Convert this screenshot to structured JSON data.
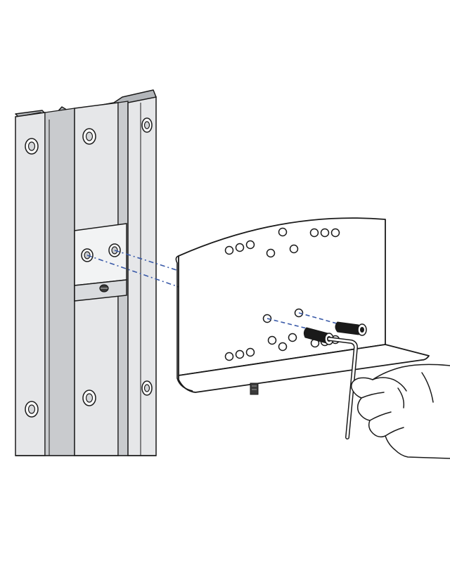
{
  "figure": {
    "kind": "assembly-illustration",
    "colors": {
      "outline": "#1a1a1a",
      "rail_face": "#e6e7e9",
      "rail_shadow": "#c9cbce",
      "rail_dark": "#b3b6ba",
      "plate_fill": "#ffffff",
      "screw_black": "#1a1a1a",
      "guide_line": "#3a5aa8",
      "background": "#ffffff"
    },
    "parts": [
      "wall-rail",
      "mounting-bracket",
      "shelf-plate",
      "screw",
      "allen-key",
      "hand"
    ]
  }
}
